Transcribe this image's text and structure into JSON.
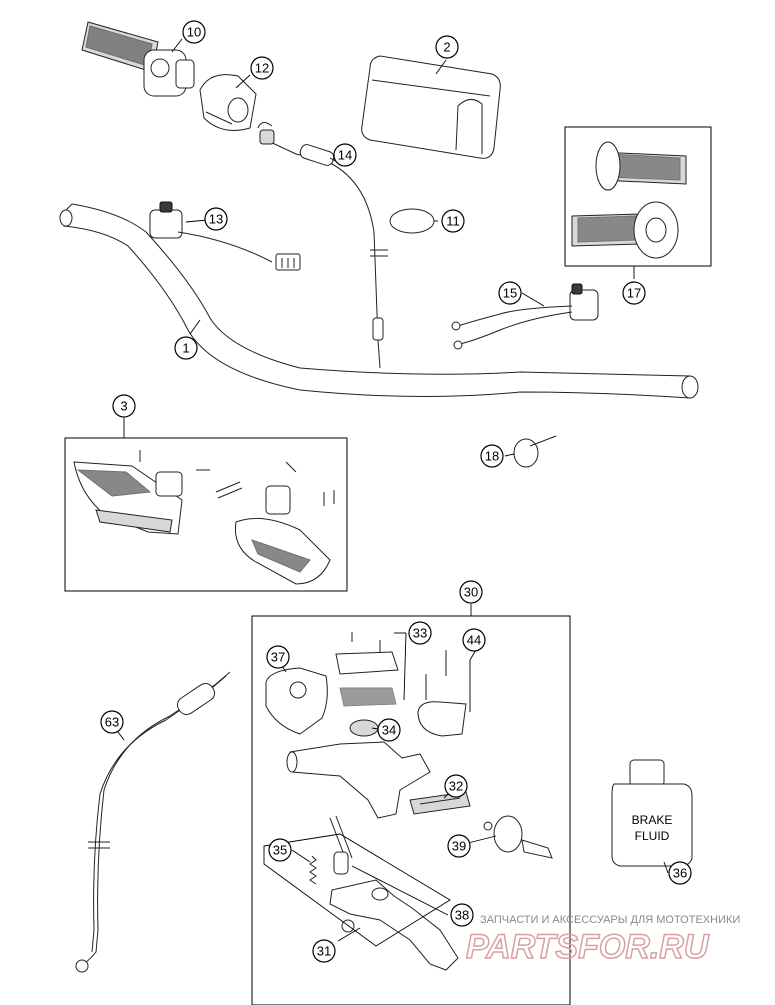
{
  "callouts": {
    "c1": "1",
    "c2": "2",
    "c3": "3",
    "c10": "10",
    "c11": "11",
    "c12": "12",
    "c13": "13",
    "c14": "14",
    "c15": "15",
    "c17": "17",
    "c18": "18",
    "c30": "30",
    "c31": "31",
    "c32": "32",
    "c33": "33",
    "c34": "34",
    "c35": "35",
    "c36": "36",
    "c37": "37",
    "c38": "38",
    "c39": "39",
    "c44": "44",
    "c63": "63"
  },
  "bottle": {
    "line1": "BRAKE",
    "line2": "FLUID"
  },
  "watermark": {
    "tagline": "ЗАПЧАСТИ И АКСЕССУАРЫ ДЛЯ МОТОТЕХНИКИ",
    "brand": "PARTSFOR.RU"
  }
}
